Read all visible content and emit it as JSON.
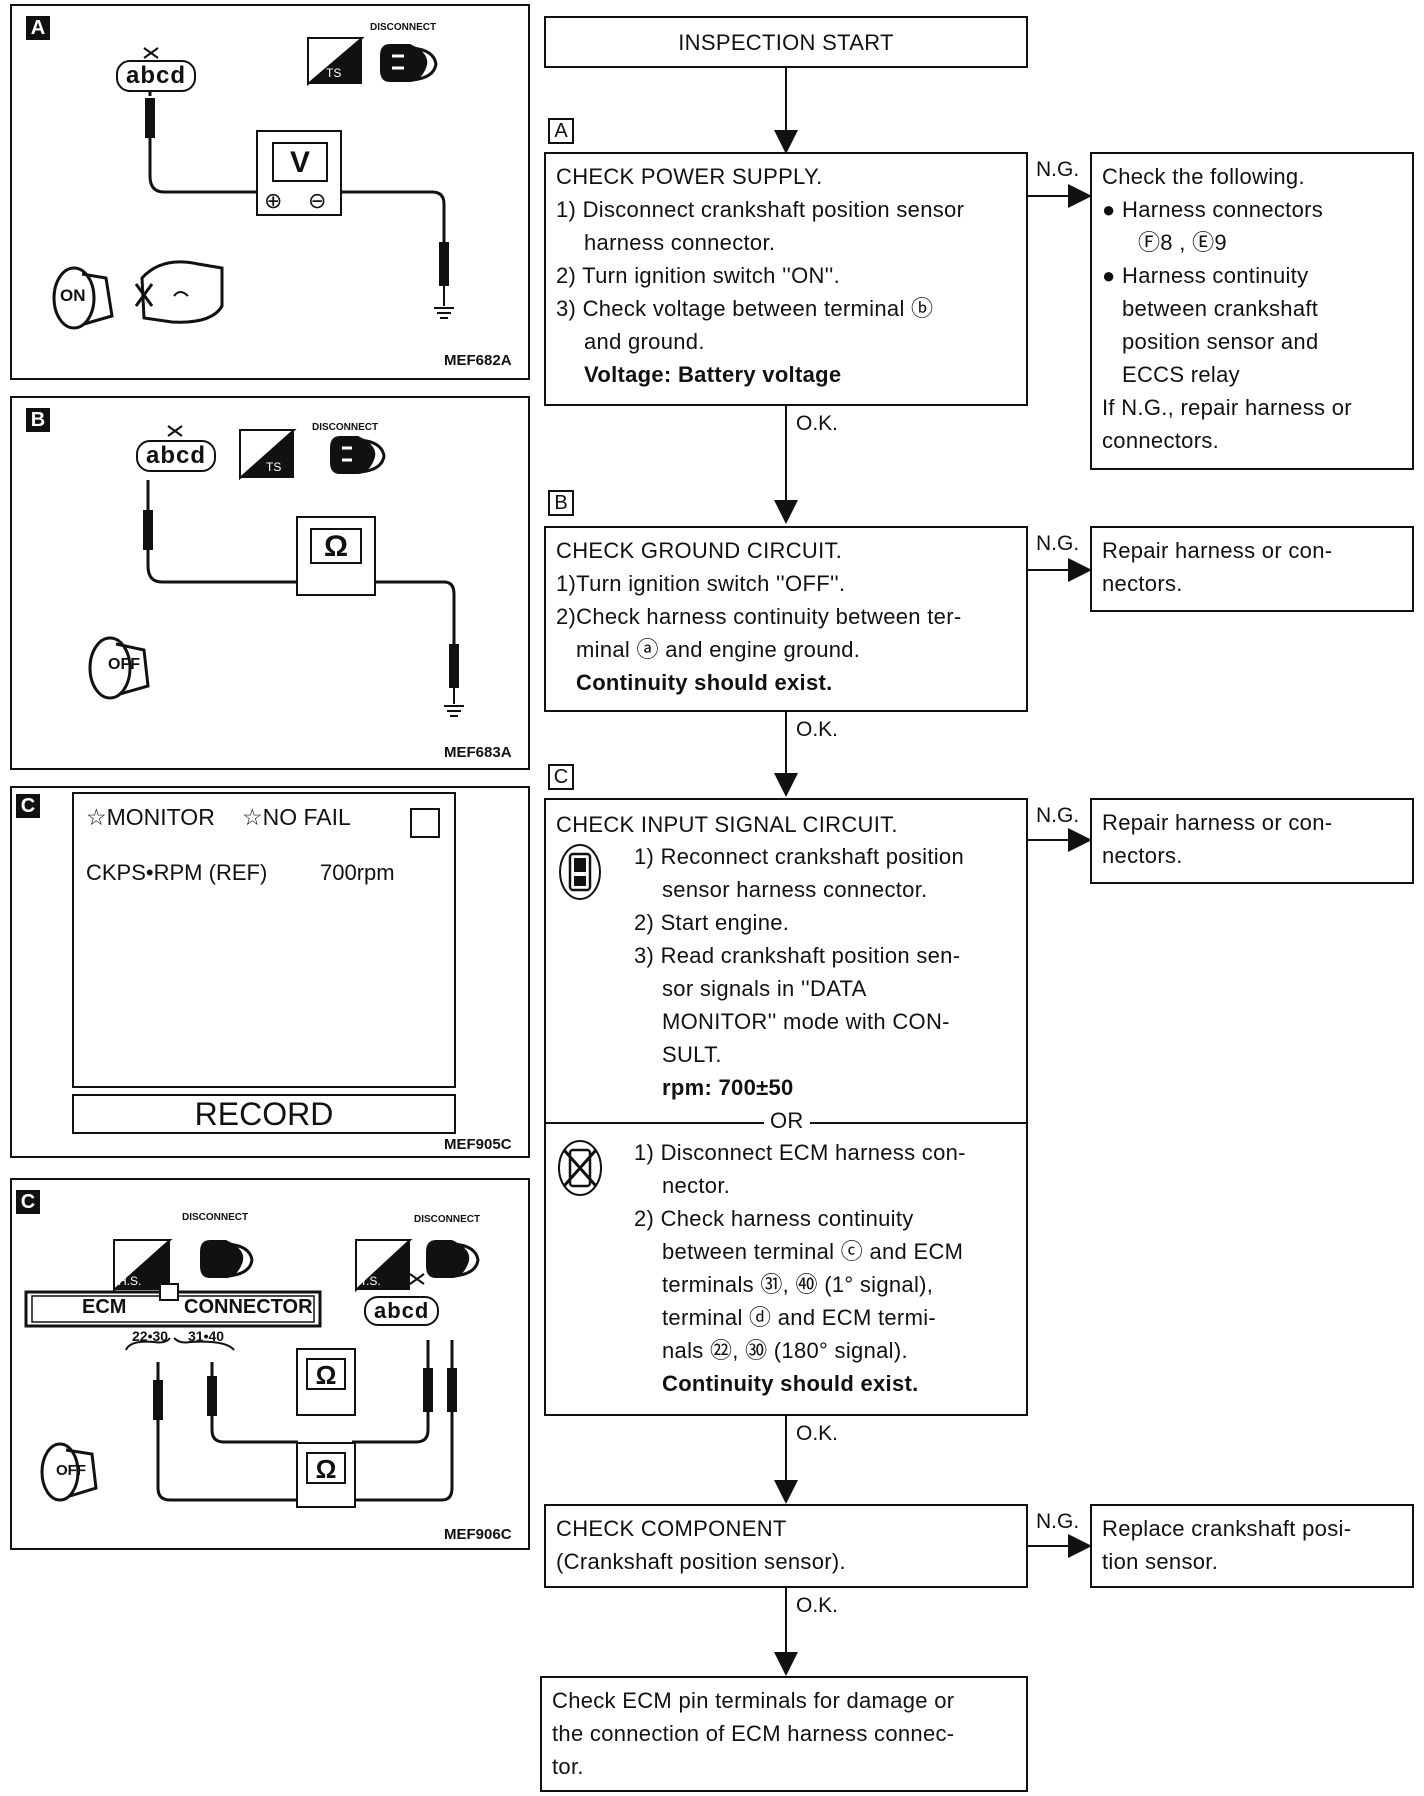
{
  "panels": {
    "a": {
      "tag": "A",
      "terminals": "abcd",
      "meter": "V",
      "plus": "⊕",
      "minus": "⊖",
      "disconnect": "DISCONNECT",
      "ts": "TS",
      "ignition": "ON",
      "code": "MEF682A"
    },
    "b": {
      "tag": "B",
      "terminals": "abcd",
      "meter": "Ω",
      "disconnect": "DISCONNECT",
      "ts": "TS",
      "ignition": "OFF",
      "code": "MEF683A"
    },
    "c1": {
      "tag": "C",
      "monitor": "☆MONITOR",
      "nofail": "☆NO FAIL",
      "signal": "CKPS•RPM (REF)",
      "value": "700rpm",
      "record": "RECORD",
      "code": "MEF905C"
    },
    "c2": {
      "tag": "C",
      "hs": "H.S.",
      "ts": "T.S.",
      "disconnect": "DISCONNECT",
      "ecm": "ECM",
      "connector": "CONNECTOR",
      "pins1": "22•30",
      "pins2": "31•40",
      "terminals": "abcd",
      "meter": "Ω",
      "ignition": "OFF",
      "code": "MEF906C"
    }
  },
  "flow": {
    "start": "INSPECTION START",
    "ng": "N.G.",
    "ok": "O.K.",
    "or": "OR",
    "step_a": {
      "label": "A",
      "lines": [
        "CHECK POWER SUPPLY.",
        "1) Disconnect crankshaft position sensor",
        "harness connector.",
        "2) Turn ignition switch ''ON''.",
        "3) Check voltage between terminal ⓑ",
        "and ground.",
        "Voltage: Battery voltage"
      ],
      "ng_lines": [
        "Check the following.",
        "● Harness connectors",
        "Ⓕ8 , Ⓔ9",
        "● Harness continuity",
        "between crankshaft",
        "position sensor and",
        "ECCS relay",
        "If N.G., repair harness or",
        "connectors."
      ]
    },
    "step_b": {
      "label": "B",
      "lines": [
        "CHECK GROUND CIRCUIT.",
        "1)Turn ignition switch ''OFF''.",
        "2)Check harness continuity between ter-",
        "minal ⓐ and engine ground.",
        "Continuity should exist."
      ],
      "ng_lines": [
        "Repair harness or con-",
        "nectors."
      ]
    },
    "step_c": {
      "label": "C",
      "title": "CHECK INPUT SIGNAL CIRCUIT.",
      "consult_lines": [
        "1) Reconnect crankshaft position",
        "sensor harness connector.",
        "2) Start engine.",
        "3) Read crankshaft position sen-",
        "sor signals in ''DATA",
        "MONITOR'' mode with CON-",
        "SULT.",
        "rpm: 700±50"
      ],
      "noconsult_lines": [
        "1) Disconnect ECM harness con-",
        "nector.",
        "2) Check harness continuity",
        "between terminal ⓒ and ECM",
        "terminals ㉛, ㊵ (1° signal),",
        "terminal ⓓ and ECM termi-",
        "nals ㉒, ㉚ (180° signal).",
        "Continuity should exist."
      ],
      "ng_lines": [
        "Repair harness or con-",
        "nectors."
      ]
    },
    "step_d": {
      "lines": [
        "CHECK COMPONENT",
        "(Crankshaft position sensor)."
      ],
      "ng_lines": [
        "Replace crankshaft posi-",
        "tion sensor."
      ]
    },
    "final": {
      "lines": [
        "Check ECM pin terminals for damage or",
        "the connection of ECM harness connec-",
        "tor."
      ]
    }
  }
}
